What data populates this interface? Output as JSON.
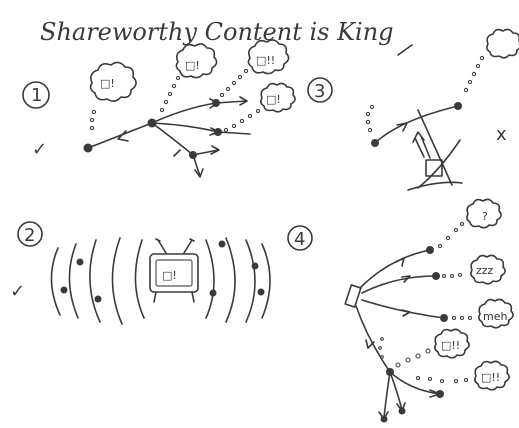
{
  "title": "Shareworthy Content is King",
  "panels": [
    {
      "number": "1",
      "mark": "✓"
    },
    {
      "number": "2",
      "mark": "✓"
    },
    {
      "number": "3",
      "mark": "x"
    },
    {
      "number": "4",
      "mark": ""
    }
  ],
  "bubbles": {
    "excited_1": "□!",
    "excited_2": "□!",
    "excited_3": "□!!",
    "excited_4": "□!",
    "tv_screen": "□!",
    "question": "?",
    "sleepy": "zzz",
    "meh": "meh",
    "share_1": "□!!",
    "share_2": "□!!"
  }
}
